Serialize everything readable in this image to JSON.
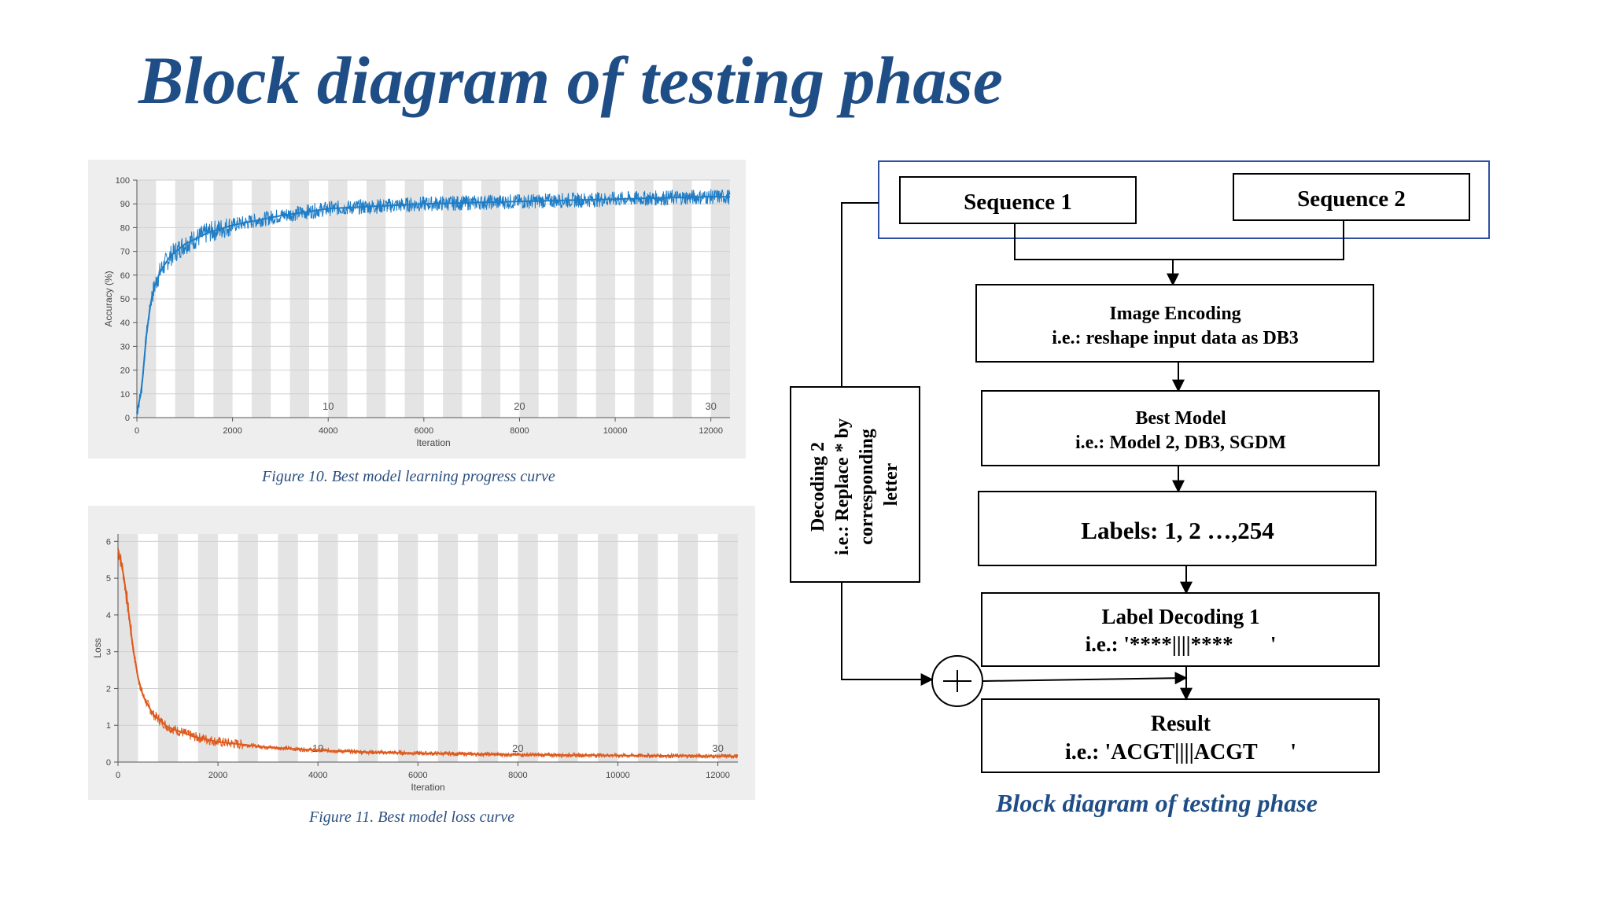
{
  "title": "Block diagram of testing phase",
  "captions": {
    "accuracy": "Figure 10. Best model learning progress curve",
    "loss": "Figure 11. Best model loss curve",
    "diagram": "Block diagram of testing phase"
  },
  "colors": {
    "title": "#1f4e86",
    "accuracy_series": "#1f7dc6",
    "loss_series": "#de5a1c",
    "epoch_band": "#e4e4e4",
    "box_border": "#000000",
    "group_border": "#2e4fa0"
  },
  "diagram": {
    "sequence1": "Sequence 1",
    "sequence2": "Sequence 2",
    "image_encoding": [
      "Image Encoding",
      "i.e.: reshape input data as DB3"
    ],
    "best_model": [
      "Best Model",
      "i.e.: Model 2, DB3, SGDM"
    ],
    "labels": "Labels: 1, 2 …,254",
    "label_decoding": [
      "Label Decoding 1",
      "i.e.: '****||||****       '"
    ],
    "result": [
      "Result",
      "i.e.: 'ACGT||||ACGT      '"
    ],
    "decoding2": [
      "Decoding 2",
      "i.e.: Replace * by",
      "corresponding",
      "letter"
    ],
    "sum_icon": "+"
  },
  "chart_data": [
    {
      "type": "line",
      "xlabel": "Iteration",
      "ylabel": "Accuracy (%)",
      "xlim": [
        0,
        12400
      ],
      "ylim": [
        0,
        100
      ],
      "x_ticks": [
        0,
        2000,
        4000,
        6000,
        8000,
        10000,
        12000
      ],
      "y_ticks": [
        0,
        10,
        20,
        30,
        40,
        50,
        60,
        70,
        80,
        90,
        100
      ],
      "epoch_labels": [
        {
          "x": 4000,
          "label": "10"
        },
        {
          "x": 8000,
          "label": "20"
        },
        {
          "x": 12000,
          "label": "30"
        }
      ],
      "grid": true,
      "series": [
        {
          "x": [
            0,
            100,
            200,
            300,
            400,
            500,
            700,
            1000,
            1500,
            2000,
            3000,
            4000,
            5000,
            6000,
            8000,
            10000,
            12000,
            12400
          ],
          "y": [
            2,
            12,
            35,
            50,
            57,
            62,
            68,
            73,
            78,
            81,
            85,
            88,
            89,
            90,
            91,
            92,
            93,
            93
          ]
        }
      ]
    },
    {
      "type": "line",
      "xlabel": "Iteration",
      "ylabel": "Loss",
      "xlim": [
        0,
        12400
      ],
      "ylim": [
        0,
        6.2
      ],
      "x_ticks": [
        0,
        2000,
        4000,
        6000,
        8000,
        10000,
        12000
      ],
      "y_ticks": [
        0,
        1,
        2,
        3,
        4,
        5,
        6
      ],
      "epoch_labels": [
        {
          "x": 4000,
          "label": "10"
        },
        {
          "x": 8000,
          "label": "20"
        },
        {
          "x": 12000,
          "label": "30"
        }
      ],
      "grid": true,
      "series": [
        {
          "x": [
            0,
            100,
            200,
            300,
            400,
            500,
            700,
            1000,
            1500,
            2000,
            3000,
            4000,
            5000,
            6000,
            8000,
            10000,
            12000,
            12400
          ],
          "y": [
            5.8,
            5.2,
            4.2,
            3.1,
            2.3,
            1.8,
            1.3,
            0.95,
            0.7,
            0.55,
            0.4,
            0.32,
            0.27,
            0.24,
            0.2,
            0.18,
            0.16,
            0.16
          ]
        }
      ]
    }
  ]
}
